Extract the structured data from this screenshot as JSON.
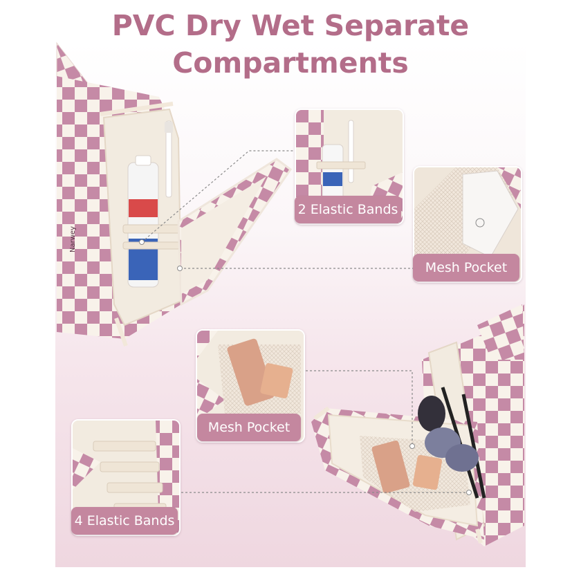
{
  "title": {
    "line1": "PVC Dry Wet Separate",
    "line2": "Compartments"
  },
  "callouts": {
    "elastic_bands_2": "2 Elastic Bands",
    "mesh_pocket_top": "Mesh Pocket",
    "mesh_pocket_bottom": "Mesh Pocket",
    "elastic_bands_4": "4 Elastic Bands"
  },
  "bag_brand": "Narwey",
  "colors": {
    "title": "#b36d89",
    "callout": "#c4879f",
    "check_pink": "#c58aa6",
    "check_cream": "#f8f2ea"
  }
}
